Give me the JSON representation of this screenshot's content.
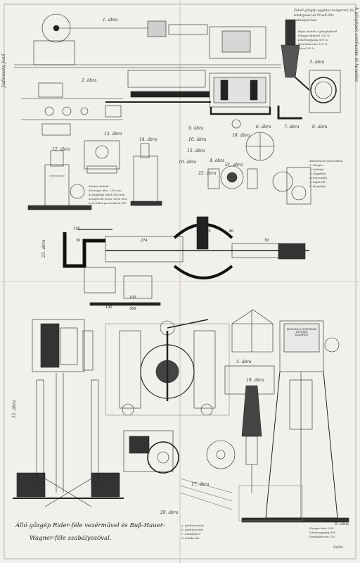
{
  "side_title_left": "Jedlovszky Jenő",
  "side_title_right": "A gőzgépek szerkezete és kezelése",
  "figure_labels": {
    "f1": "1. ábra",
    "f2": "2. ábra",
    "f3": "3. ábra",
    "f4": "4. ábra",
    "f5": "5. ábra",
    "f6": "6. ábra",
    "f7": "7. ábra",
    "f8": "8. ábra",
    "f9": "9. ábra",
    "f10": "10. ábra",
    "f11": "11. ábra",
    "f12": "12. ábra",
    "f13": "13. ábra",
    "f14": "14. ábra",
    "f15": "15. ábra",
    "f16": "16. ábra",
    "f17": "17. ábra",
    "f18": "18. ábra",
    "f19": "19. ábra",
    "f20": "20. ábra",
    "f21": "21. ábra",
    "f22": "22. ábra",
    "f23": "23. ábra"
  },
  "top_right_title": "Fekvő gőzgép egyenes hengerrel, fix tolattyúval és Proell-féle szabályozóval.",
  "notes": {
    "top_right_specs": "Rajzi adatok a gőzgépekről\nHenger átmérő 250 %\nLöketnagyság 500 %\nFordulatszám 110 %\nLóerő 35 %",
    "legend_right": "Alkatrészek felsorolása\n1. henger\n2. tolattyú\n3. dugattyú\n4. keresztfej\n5. hajtórúd\n6. forgattyú",
    "legend_left": "Fontos adatok\nA henger átm. 250 mm\nA dugattyú löket 500 mm\nA hajtórúd hossz 1250 mm\nA fordulat percenként 110",
    "bottom_specs": "Henger átm. 250\nLöketnagyság 500\nFordulatszám 110",
    "bottom_notes": "a. gőzbevezetés\nb. gőzkivezetés\nc. szabályozó\nd. lendkerék"
  },
  "dimensions": [
    "110",
    "30",
    "274",
    "145",
    "80",
    "30",
    "100",
    "130",
    "300"
  ],
  "badge_lines": [
    "KISSLING & HOFFMANN",
    "GÉPGYÁR",
    "BUDAPEST"
  ],
  "bottom_caption_line1": "Álló gőzgép Rider-féle vezérművel és Buß-Hauer-",
  "bottom_caption_line2": "Wagner-féle szabályozóval.",
  "plate_number": "II. tábla",
  "signature": "Szőts"
}
